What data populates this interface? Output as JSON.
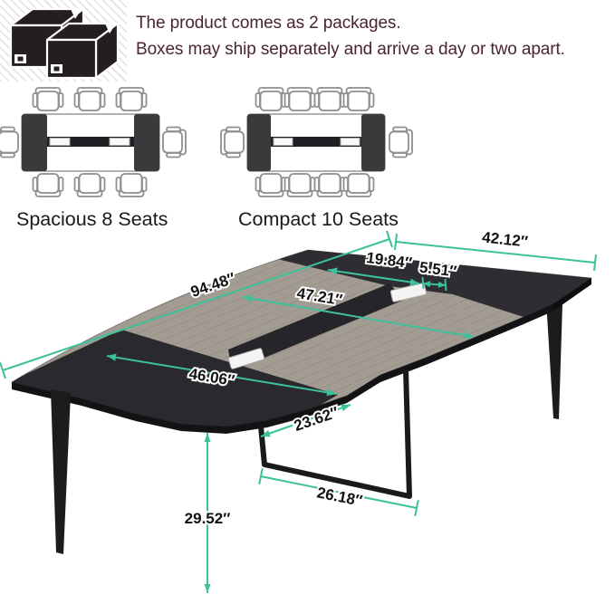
{
  "shipping_notice": {
    "icon": "shipping-boxes-icon",
    "line1": "The product comes as 2 packages.",
    "line2": "Boxes may ship separately and arrive a day or two apart.",
    "text_color": "#4A2430"
  },
  "seating_options": [
    {
      "label": "Spacious 8 Seats",
      "seats": 8,
      "layout": "3 top, 3 bottom, 1 left, 1 right"
    },
    {
      "label": "Compact 10 Seats",
      "seats": 10,
      "layout": "4 top, 4 bottom, 1 left, 1 right"
    }
  ],
  "dimensions": {
    "unit": "inches",
    "items": [
      {
        "id": "table-length",
        "label": "94.48″",
        "value": 94.48
      },
      {
        "id": "end-width",
        "label": "42.12″",
        "value": 42.12
      },
      {
        "id": "strip-to-end",
        "label": "19.84″",
        "value": 19.84
      },
      {
        "id": "grommet-width",
        "label": "5.51″",
        "value": 5.51
      },
      {
        "id": "middle-width",
        "label": "47.21″",
        "value": 47.21
      },
      {
        "id": "joint-width",
        "label": "46.06″",
        "value": 46.06
      },
      {
        "id": "end-panel-length",
        "label": "23.62″",
        "value": 23.62
      },
      {
        "id": "frame-base-width",
        "label": "26.18″",
        "value": 26.18
      },
      {
        "id": "table-height",
        "label": "29.52″",
        "value": 29.52
      }
    ]
  },
  "palette": {
    "accent_teal": "#3CC19B",
    "notice_text": "#4A2430",
    "table_dark": "#2A2A2E",
    "wood": "#A39C92"
  }
}
